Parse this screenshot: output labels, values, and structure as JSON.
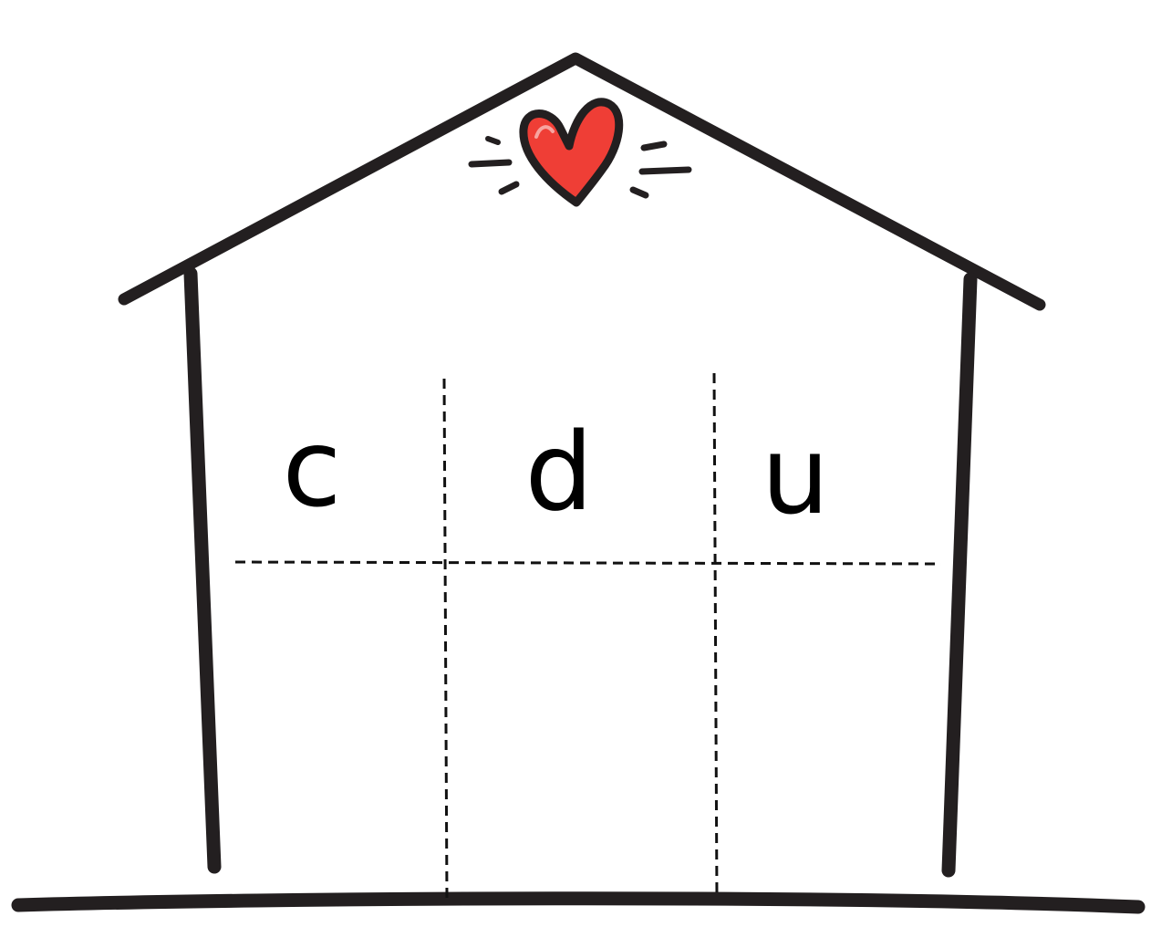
{
  "place_value_chart": {
    "columns": [
      {
        "heading": "c"
      },
      {
        "heading": "d"
      },
      {
        "heading": "u"
      }
    ]
  },
  "decoration": {
    "roof_icon": "heart-icon",
    "heart_color": "#ef3e36",
    "outline_color": "#231f20"
  }
}
